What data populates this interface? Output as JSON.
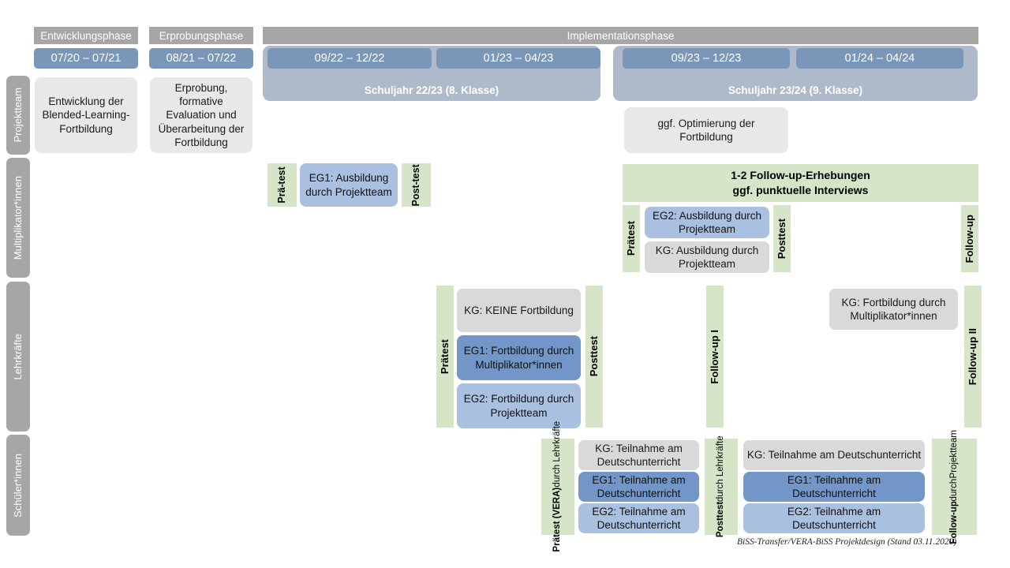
{
  "document": {
    "title": "BiSS-Transfer/VERA-BiSS Projektdesign",
    "footer": "BiSS-Transfer/VERA-BiSS Projektdesign (Stand 03.11.2020)"
  },
  "colors": {
    "header_gray": "#a6a6a6",
    "date_blue": "#7a96b8",
    "schoolyear_blue": "#aeb9ca",
    "green": "#d6e5c8",
    "gray_box": "#e8e8e8",
    "gray_flat": "#d9d9d9",
    "blue_mid": "#7296c8",
    "blue_light": "#aac0e0",
    "blue_dark": "#6d92cd"
  },
  "roles": [
    {
      "id": "projektteam",
      "label": "Projektteam"
    },
    {
      "id": "multiplikatorinnen",
      "label": "Multiplikator*innen"
    },
    {
      "id": "lehrkraefte",
      "label": "Lehrkräfte"
    },
    {
      "id": "schuelerinnen",
      "label": "Schüler*innen"
    }
  ],
  "phases": [
    {
      "id": "entwicklung",
      "label": "Entwicklungsphase"
    },
    {
      "id": "erprobung",
      "label": "Erprobungsphase"
    },
    {
      "id": "implementation",
      "label": "Implementationsphase"
    }
  ],
  "periods": [
    {
      "id": "p1",
      "label": "07/20 – 07/21"
    },
    {
      "id": "p2",
      "label": "08/21 – 07/22"
    },
    {
      "id": "p3",
      "label": "09/22 – 12/22"
    },
    {
      "id": "p4",
      "label": "01/23 – 04/23"
    },
    {
      "id": "p5",
      "label": "09/23 – 12/23"
    },
    {
      "id": "p6",
      "label": "01/24 – 04/24"
    }
  ],
  "school_years": [
    {
      "id": "sy2223",
      "label": "Schuljahr 22/23 (8. Klasse)"
    },
    {
      "id": "sy2324",
      "label": "Schuljahr 23/24 (9. Klasse)"
    }
  ],
  "projektteam_row": {
    "entwicklung_box": "Entwicklung der Blended-Learning-Fortbildung",
    "erprobung_box": "Erprobung, formative Evaluation und Überarbeitung der Fortbildung",
    "optimierung_box": "ggf. Optimierung der Fortbildung"
  },
  "multiplikator_row": {
    "praetest_short_line1": "Prä-",
    "praetest_short_line2": "test",
    "eg1_box": "EG1: Ausbildung durch Projektteam",
    "posttest_short_line1": "Post-",
    "posttest_short_line2": "test",
    "followup_banner_line1": "1-2 Follow-up-Erhebungen",
    "followup_banner_line2": "ggf. punktuelle Interviews",
    "praetest_label": "Prätest",
    "eg2_box": "EG2: Ausbildung durch Projektteam",
    "kg_box": "KG: Ausbildung durch Projektteam",
    "posttest_label": "Posttest",
    "followup_label": "Follow-up"
  },
  "lehrkraefte_row": {
    "praetest_label": "Prätest",
    "kg_box": "KG:  KEINE Fortbildung",
    "eg1_box": "EG1: Fortbildung durch Multiplikator*innen",
    "eg2_box": "EG2: Fortbildung durch Projektteam",
    "posttest_label": "Posttest",
    "followup1_label": "Follow-up I",
    "kg_fortbildung_box": "KG: Fortbildung durch Multiplikator*innen",
    "followup2_label": "Follow-up II"
  },
  "schueler_row": {
    "praetest_label_bold": "Prätest (VERA)",
    "praetest_label_sub": "durch Lehrkräfte",
    "kg_box_left": "KG: Teilnahme am Deutschunterricht",
    "eg1_box_left": "EG1: Teilnahme am Deutschunterricht",
    "eg2_box_left": "EG2: Teilnahme am Deutschunterricht",
    "posttest_label_bold": "Posttest",
    "posttest_label_sub": "durch Lehrkräfte",
    "kg_box_right": "KG: Teilnahme am Deutschunterricht",
    "eg1_box_right": "EG1: Teilnahme am Deutschunterricht",
    "eg2_box_right": "EG2: Teilnahme am Deutschunterricht",
    "followup_label_bold": "Follow-up",
    "followup_label_sub1": "durch",
    "followup_label_sub2": "Projektteam"
  }
}
